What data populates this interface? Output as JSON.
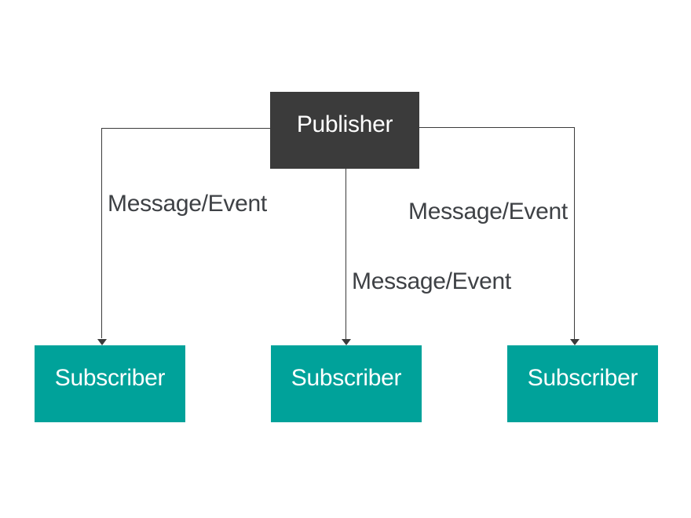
{
  "diagram": {
    "type": "publish-subscribe-pattern",
    "nodes": {
      "publisher": {
        "label": "Publisher"
      },
      "subscribers": [
        {
          "label": "Subscriber"
        },
        {
          "label": "Subscriber"
        },
        {
          "label": "Subscriber"
        }
      ]
    },
    "edges": [
      {
        "from": "Publisher",
        "to": "Subscriber 1",
        "label": "Message/Event",
        "arrow": "down"
      },
      {
        "from": "Publisher",
        "to": "Subscriber 2",
        "label": "Message/Event",
        "arrow": "down"
      },
      {
        "from": "Publisher",
        "to": "Subscriber 3",
        "label": "Message/Event",
        "arrow": "down"
      }
    ],
    "colors": {
      "publisher_bg": "#3B3B3B",
      "subscriber_bg": "#00A29A",
      "line": "#3B3B3B",
      "label_text": "#3E4145",
      "box_text": "#FFFFFF",
      "background": "#FFFFFF"
    }
  }
}
